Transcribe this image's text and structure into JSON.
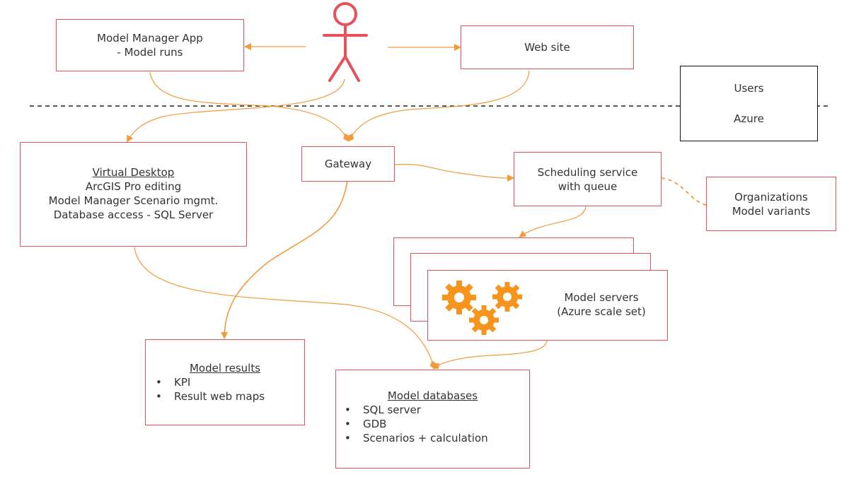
{
  "actor": {
    "icon": "person-icon"
  },
  "boxes": {
    "model_manager_app": {
      "line1": "Model Manager App",
      "line2": "- Model runs"
    },
    "web_site": {
      "label": "Web site"
    },
    "users_azure": {
      "users": "Users",
      "azure": "Azure"
    },
    "virtual_desktop": {
      "title": "Virtual Desktop",
      "lines": [
        "ArcGIS Pro editing",
        "Model Manager Scenario mgmt.",
        "Database access - SQL Server"
      ]
    },
    "gateway": {
      "label": "Gateway"
    },
    "scheduling": {
      "line1": "Scheduling service",
      "line2": "with queue"
    },
    "organizations": {
      "line1": "Organizations",
      "line2": "Model variants"
    },
    "model_servers": {
      "line1": "Model servers",
      "line2": "(Azure scale set)",
      "icon": "gears-icon"
    },
    "model_results": {
      "title": "Model results",
      "items": [
        "KPI",
        "Result web maps"
      ]
    },
    "model_databases": {
      "title": "Model databases",
      "items": [
        "SQL server",
        "GDB",
        "Scenarios + calculation"
      ]
    }
  },
  "colors": {
    "box_border": "#e8505b",
    "arrow": "#f39a3b",
    "gear": "#f7941d",
    "divider": "#222222"
  }
}
